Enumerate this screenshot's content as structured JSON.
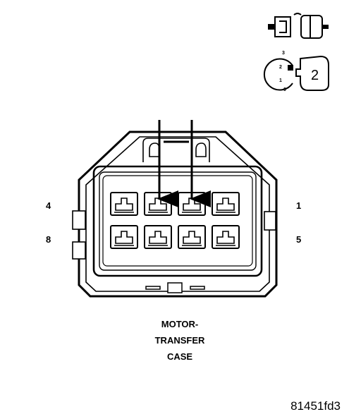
{
  "connector": {
    "pin_labels": {
      "top_left": "4",
      "top_right": "1",
      "bottom_left": "8",
      "bottom_right": "5"
    },
    "caption_lines": [
      "MOTOR-",
      "TRANSFER",
      "CASE"
    ],
    "arrow_count": 2
  },
  "key_icon": {
    "positions": [
      "3",
      "2",
      "1",
      "0"
    ],
    "selected": "2"
  },
  "figure_id": "81451fd3"
}
